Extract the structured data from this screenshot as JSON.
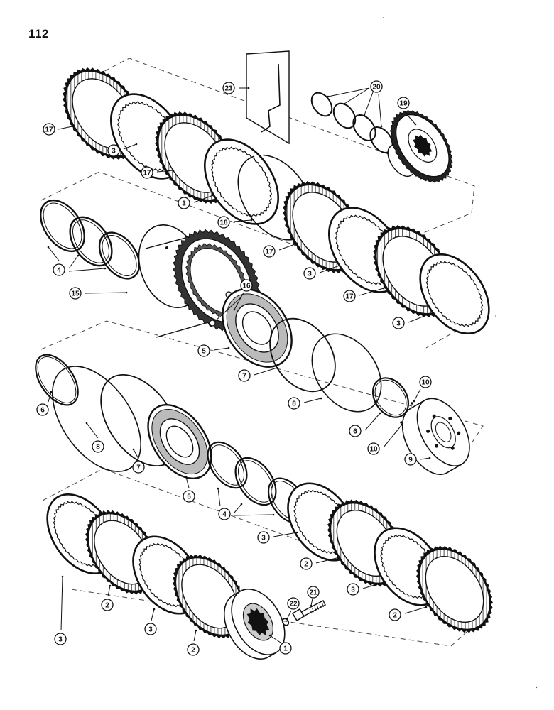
{
  "page_number": "112",
  "callouts": {
    "c1": "1",
    "c2": "2",
    "c3": "3",
    "c4": "4",
    "c5": "5",
    "c6": "6",
    "c7": "7",
    "c8": "8",
    "c9": "9",
    "c10": "10",
    "c15": "15",
    "c16": "16",
    "c17": "17",
    "c18": "18",
    "c19": "19",
    "c20": "20",
    "c21": "21",
    "c22": "22",
    "c23": "23"
  }
}
